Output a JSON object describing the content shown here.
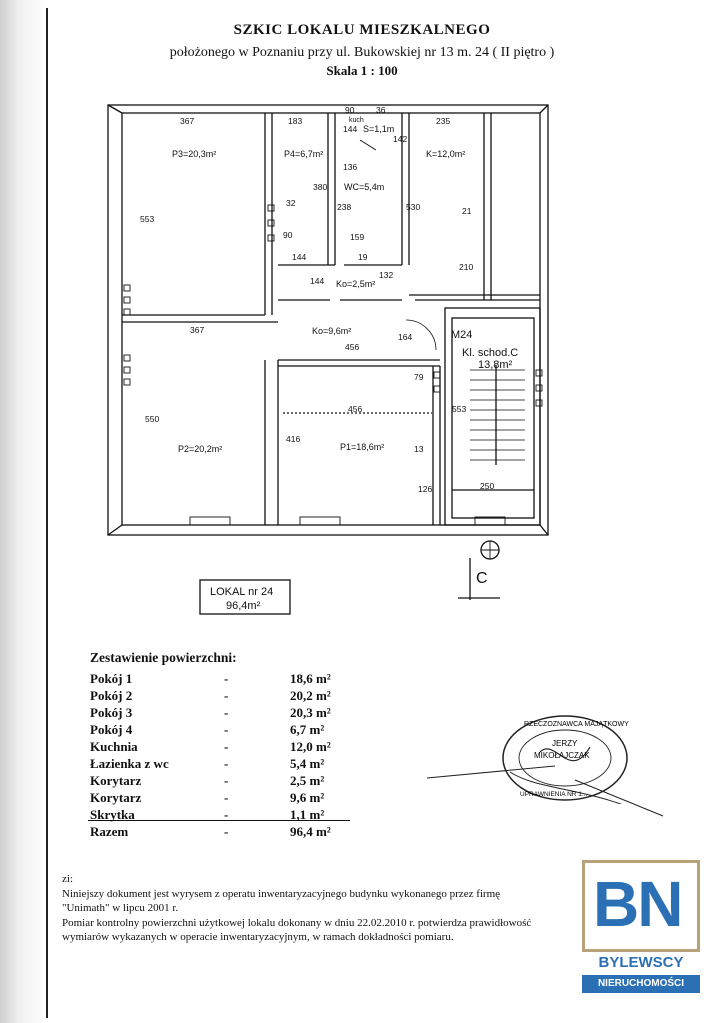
{
  "document": {
    "title": "SZKIC LOKALU MIESZKALNEGO",
    "subtitle": "położonego w Poznaniu przy ul. Bukowskiej  nr 13 m. 24 ( II piętro )",
    "scale": "Skala 1 : 100"
  },
  "plan": {
    "rooms": {
      "p3": "P3=20,3m²",
      "p4": "P4=6,7m²",
      "s": "S=1,1m",
      "wc": "WC=5,4m",
      "k": "K=12,0m²",
      "ko_small": "Ko=2,5m²",
      "ko_big": "Ko=9,6m²",
      "p2": "P2=20,2m²",
      "p1": "P1=18,6m²",
      "stair_id": "M24",
      "stair_name": "Kl. schod.C",
      "stair_area": "13,8m²"
    },
    "dims": {
      "d367a": "367",
      "d183": "183",
      "d90a": "90",
      "d36": "36",
      "d144a": "144",
      "d142": "142",
      "d136": "136",
      "d235": "235",
      "d553": "553",
      "d380": "380",
      "d32": "32",
      "d90b": "90",
      "d238": "238",
      "d159": "159",
      "d530": "530",
      "d21": "21",
      "d210": "210",
      "d144b": "144",
      "d19": "19",
      "d132": "132",
      "d144c": "144",
      "d367b": "367",
      "d456a": "456",
      "d164": "164",
      "d79": "79",
      "d456b": "456",
      "d550": "550",
      "d416": "416",
      "d13": "13",
      "d126": "126",
      "d250": "250",
      "d553b": "553",
      "kuch": "kuch"
    },
    "compass": "C",
    "lokal_box": {
      "line1": "LOKAL nr 24",
      "line2": "96,4m²"
    }
  },
  "areas": {
    "heading": "Zestawienie powierzchni:",
    "rows": [
      {
        "name": "Pokój 1",
        "dash": "-",
        "value": "18,6 m²"
      },
      {
        "name": "Pokój 2",
        "dash": "-",
        "value": "20,2 m²"
      },
      {
        "name": "Pokój 3",
        "dash": "-",
        "value": "20,3 m²"
      },
      {
        "name": "Pokój 4",
        "dash": "-",
        "value": "6,7 m²"
      },
      {
        "name": "Kuchnia",
        "dash": "-",
        "value": "12,0 m²"
      },
      {
        "name": "Łazienka z wc",
        "dash": "-",
        "value": "5,4 m²"
      },
      {
        "name": "Korytarz",
        "dash": "-",
        "value": "2,5 m²"
      },
      {
        "name": "Korytarz",
        "dash": "-",
        "value": "9,6 m²"
      },
      {
        "name": "Skrytka",
        "dash": "-",
        "value": "1,1 m²"
      },
      {
        "name": "Razem",
        "dash": "-",
        "value": "96,4 m²"
      }
    ]
  },
  "notes": {
    "marker": "zi:",
    "line1": "Niniejszy dokument jest wyrysem z operatu inwentaryzacyjnego budynku wykonanego przez firmę",
    "line2": "\"Unimath\" w lipcu 2001 r.",
    "line3": "Pomiar kontrolny powierzchni użytkowej lokalu dokonany w dniu  22.02.2010 r. potwierdza prawidłowość",
    "line4": "wymiarów wykazanych w operacie inwentaryzacyjnym, w ramach dokładności pomiaru."
  },
  "stamp": {
    "ring_top": "RZECZOZNAWCA MAJĄTKOWY",
    "name1": "JERZY",
    "name2": "MIKOŁAJCZAK",
    "ring_bottom": "UPRAWNIENIA NR 1..."
  },
  "logo": {
    "mark": "BN",
    "brand": "BYLEWSCY",
    "tagline": "NIERUCHOMOŚCI"
  },
  "colors": {
    "logo_blue": "#2b6fb4",
    "logo_gold": "#b9a27a",
    "ink": "#111111"
  }
}
